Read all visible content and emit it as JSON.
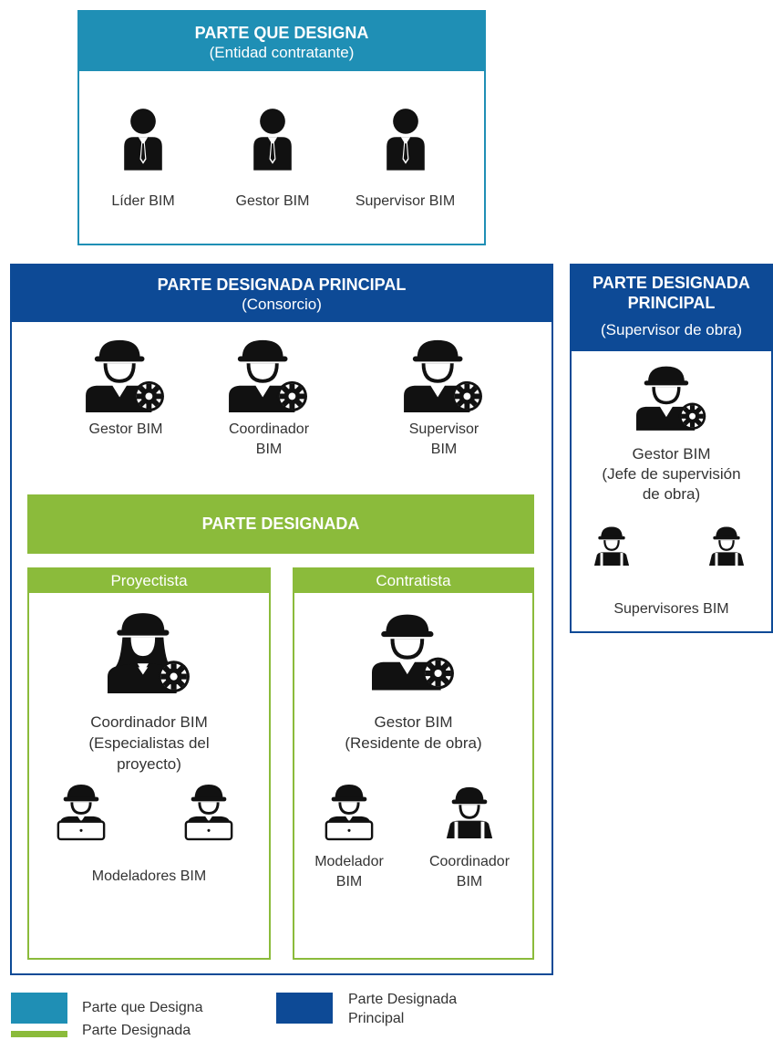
{
  "colors": {
    "appointing": "#1f8fb5",
    "lead": "#0d4a96",
    "appointed": "#8bbb3b",
    "icon": "#111111"
  },
  "appointing": {
    "title": "PARTE QUE DESIGNA",
    "subtitle": "(Entidad contratante)",
    "roles": [
      {
        "label": "Líder BIM",
        "icon": "businessman-icon"
      },
      {
        "label": "Gestor BIM",
        "icon": "businessman-icon"
      },
      {
        "label": "Supervisor BIM",
        "icon": "businessman-icon"
      }
    ]
  },
  "lead": {
    "title": "PARTE DESIGNADA PRINCIPAL",
    "subtitle": "(Consorcio)",
    "roles": [
      {
        "label": "Gestor BIM",
        "icon": "engineer-gear-icon"
      },
      {
        "label_line1": "Coordinador",
        "label_line2": "BIM",
        "icon": "engineer-gear-icon"
      },
      {
        "label_line1": "Supervisor",
        "label_line2": "BIM",
        "icon": "engineer-gear-icon"
      }
    ]
  },
  "appointed_bar": {
    "title": "PARTE DESIGNADA"
  },
  "proyectista": {
    "title": "Proyectista",
    "main_role": {
      "line1": "Coordinador BIM",
      "line2": "(Especialistas del",
      "line3": "proyecto)",
      "icon": "female-engineer-gear-icon"
    },
    "team_label": "Modeladores BIM",
    "team_icon": "engineer-laptop-icon"
  },
  "contratista": {
    "title": "Contratista",
    "main_role": {
      "line1": "Gestor BIM",
      "line2": "(Residente de obra)",
      "icon": "engineer-gear-icon"
    },
    "sub_roles": [
      {
        "line1": "Modelador",
        "line2": "BIM",
        "icon": "engineer-laptop-icon"
      },
      {
        "line1": "Coordinador",
        "line2": "BIM",
        "icon": "construction-worker-icon"
      }
    ]
  },
  "supervisor": {
    "title_line1": "PARTE DESIGNADA",
    "title_line2": "PRINCIPAL",
    "subtitle": "(Supervisor de obra)",
    "main_role": {
      "line1": "Gestor BIM",
      "line2": "(Jefe de supervisión",
      "line3": "de obra)",
      "icon": "engineer-gear-icon"
    },
    "team_label": "Supervisores BIM",
    "team_icon": "construction-worker-icon"
  },
  "legend": [
    {
      "label": "Parte que Designa",
      "color": "#1f8fb5"
    },
    {
      "label_line1": "Parte Designada",
      "label_line2": "Principal",
      "color": "#0d4a96"
    },
    {
      "label": "Parte Designada",
      "color": "#8bbb3b"
    }
  ]
}
